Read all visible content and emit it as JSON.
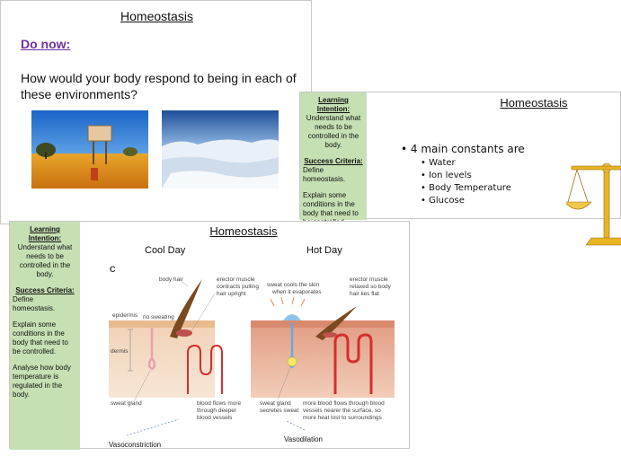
{
  "slide1": {
    "title": "Homeostasis",
    "do_now": "Do now:",
    "question": "How would your body respond to being in each of these environments?"
  },
  "slide2": {
    "side": {
      "li_heading": "Learning Intention:",
      "li_text": "Understand what needs to be controlled in the body.",
      "sc_heading": "Success Criteria:",
      "sc_text": "Define homeostasis.",
      "explain_text": "Explain some conditions in the body that need to be controlled."
    },
    "title": "Homeostasis",
    "main_bullet": "4 main constants are",
    "sub_bullets": [
      "Water",
      "Ion levels",
      "Body Temperature",
      "Glucose"
    ]
  },
  "slide3": {
    "side": {
      "li_heading": "Learning Intention:",
      "li_text": "Understand what needs to be controlled in the body.",
      "sc_heading": "Success Criteria:",
      "sc_text": "Define homeostasis.",
      "explain_text": "Explain some conditions in the body that need to be controlled.",
      "analyse_text": "Analyse how body temperature is regulated in the body."
    },
    "title": "Homeostasis",
    "cool_day": "Cool Day",
    "hot_day": "Hot Day",
    "diagram": {
      "panel_letter": "C",
      "body_hair": "body hair",
      "erector_cool_1": "erector muscle",
      "erector_cool_2": "contracts pulling",
      "erector_cool_3": "hair upright",
      "epidermis": "epidermis",
      "no_sweating": "no sweating",
      "dermis": "dermis",
      "sweat_gland": "sweat gland",
      "blood_cool_1": "blood flows more",
      "blood_cool_2": "through deeper",
      "blood_cool_3": "blood vessels",
      "sweat_cools_1": "sweat cools the skin",
      "sweat_cools_2": "when it evaporates",
      "erector_hot_1": "erector muscle",
      "erector_hot_2": "relaxed so body",
      "erector_hot_3": "hair lies flat",
      "sweat_gland_hot_1": "sweat gland",
      "sweat_gland_hot_2": "secretes sweat",
      "blood_hot_1": "more blood flows through blood",
      "blood_hot_2": "vessels nearer the surface, so",
      "blood_hot_3": "more heat lost to surroundings"
    },
    "vasoconstriction": "Vasoconstriction",
    "vasodilation": "Vasodilation"
  },
  "colors": {
    "do_now": "#7030a0",
    "side_panel": "#c6e0b4",
    "scale_gold": "#e8b423"
  }
}
